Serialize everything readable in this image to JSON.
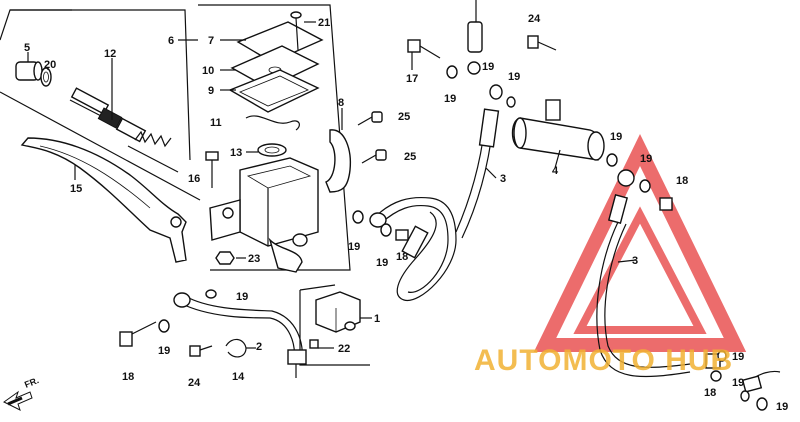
{
  "diagram": {
    "callouts": [
      {
        "id": "c5",
        "label": "5"
      },
      {
        "id": "c20",
        "label": "20"
      },
      {
        "id": "c12",
        "label": "12"
      },
      {
        "id": "c6",
        "label": "6"
      },
      {
        "id": "c7",
        "label": "7"
      },
      {
        "id": "c21",
        "label": "21"
      },
      {
        "id": "c10",
        "label": "10"
      },
      {
        "id": "c9",
        "label": "9"
      },
      {
        "id": "c11",
        "label": "11"
      },
      {
        "id": "c8",
        "label": "8"
      },
      {
        "id": "c25a",
        "label": "25"
      },
      {
        "id": "c25b",
        "label": "25"
      },
      {
        "id": "c13",
        "label": "13"
      },
      {
        "id": "c16",
        "label": "16"
      },
      {
        "id": "c15",
        "label": "15"
      },
      {
        "id": "c23",
        "label": "23"
      },
      {
        "id": "c17",
        "label": "17"
      },
      {
        "id": "c19a",
        "label": "19"
      },
      {
        "id": "c19b",
        "label": "19"
      },
      {
        "id": "c19c",
        "label": "19"
      },
      {
        "id": "c24a",
        "label": "24"
      },
      {
        "id": "c3a",
        "label": "3"
      },
      {
        "id": "c4",
        "label": "4"
      },
      {
        "id": "c19d",
        "label": "19"
      },
      {
        "id": "c19e",
        "label": "19"
      },
      {
        "id": "c18a",
        "label": "18"
      },
      {
        "id": "c19f",
        "label": "19"
      },
      {
        "id": "c19g",
        "label": "19"
      },
      {
        "id": "c18b",
        "label": "18"
      },
      {
        "id": "c3b",
        "label": "3"
      },
      {
        "id": "c19h",
        "label": "19"
      },
      {
        "id": "c1",
        "label": "1"
      },
      {
        "id": "c22",
        "label": "22"
      },
      {
        "id": "c2",
        "label": "2"
      },
      {
        "id": "c19i",
        "label": "19"
      },
      {
        "id": "c18c",
        "label": "18"
      },
      {
        "id": "c24b",
        "label": "24"
      },
      {
        "id": "c14",
        "label": "14"
      },
      {
        "id": "c19j",
        "label": "19"
      },
      {
        "id": "c19k",
        "label": "19"
      },
      {
        "id": "c18d",
        "label": "18"
      },
      {
        "id": "c19l",
        "label": "19"
      }
    ],
    "direction_marker": "FR.",
    "watermark": "AUTOMOTO HUB",
    "watermark_colors": {
      "red": "#e63c3c",
      "gold": "#f2b233"
    }
  }
}
